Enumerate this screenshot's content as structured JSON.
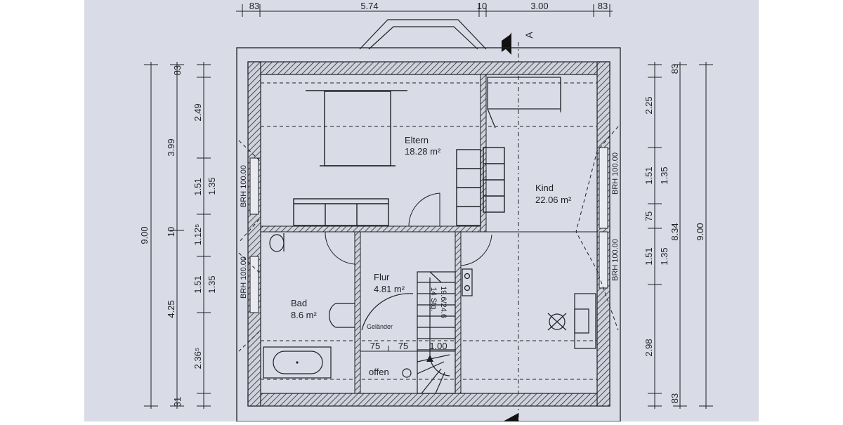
{
  "rooms": {
    "eltern": {
      "name": "Eltern",
      "area": "18.28 m²"
    },
    "kind": {
      "name": "Kind",
      "area": "22.06 m²"
    },
    "flur": {
      "name": "Flur",
      "area": "4.81 m²"
    },
    "bad": {
      "name": "Bad",
      "area": "8.6 m²"
    }
  },
  "labels": {
    "gelaender": "Geländer",
    "offen": "offen",
    "section_mark": "A",
    "stairs_count": "14 Stg.",
    "stairs_ratio": "19.6/24.6",
    "brh": "BRH 100.00"
  },
  "dims_top": [
    "83",
    "5.74",
    "10",
    "3.00",
    "83"
  ],
  "dims_left_outer": [
    "9.00"
  ],
  "dims_left_mid": [
    "3.99",
    "10",
    "4.25"
  ],
  "dims_left_inner": [
    "83",
    "2.49",
    "1.51",
    "1.12⁵",
    "1.51",
    "2.36⁵",
    "31"
  ],
  "dims_left_inner2": [
    "1.35",
    "1.35"
  ],
  "dims_right_inner": [
    "83",
    "2.25",
    "1.51",
    "75",
    "1.51",
    "2.98",
    "83"
  ],
  "dims_right_mid": [
    "1.35",
    "1.35",
    "8.34"
  ],
  "dims_right_outer": [
    "9.00"
  ],
  "dims_bottom_stair": [
    "75",
    "75",
    "1.00"
  ],
  "colors": {
    "paper": "#d9dce6",
    "ink": "#1f1f24",
    "wall_fill": "#c9ccd6"
  }
}
